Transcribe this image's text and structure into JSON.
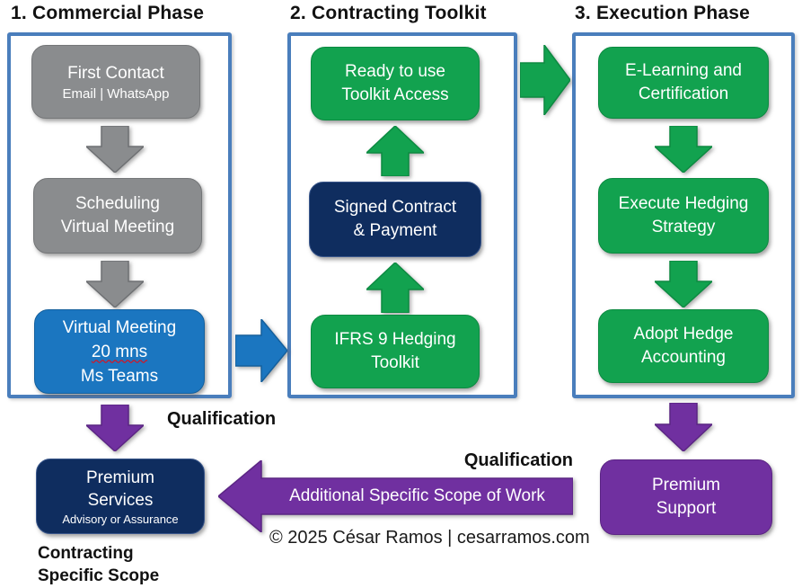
{
  "phase1": {
    "title": "1. Commercial Phase",
    "box1_line1": "First Contact",
    "box1_line2": "Email | WhatsApp",
    "box2_line1": "Scheduling",
    "box2_line2": "Virtual Meeting",
    "box3_line1": "Virtual Meeting",
    "box3_line2": "20 mns",
    "box3_line3": "Ms Teams"
  },
  "phase2": {
    "title": "2. Contracting Toolkit",
    "box_top_line1": "Ready to use",
    "box_top_line2": "Toolkit Access",
    "box_mid_line1": "Signed Contract",
    "box_mid_line2": "& Payment",
    "box_bottom_line1": "IFRS 9 Hedging",
    "box_bottom_line2": "Toolkit"
  },
  "phase3": {
    "title": "3. Execution Phase",
    "box1_line1": "E-Learning and",
    "box1_line2": "Certification",
    "box2_line1": "Execute Hedging",
    "box2_line2": "Strategy",
    "box3_line1": "Adopt Hedge",
    "box3_line2": "Accounting"
  },
  "bottom": {
    "qualification_left": "Qualification",
    "qualification_right": "Qualification",
    "premium_services_line1": "Premium",
    "premium_services_line2": "Services",
    "premium_services_line3": "Advisory or Assurance",
    "contracting_scope_line1": "Contracting",
    "contracting_scope_line2": "Specific Scope",
    "scope_arrow_label": "Additional Specific Scope of Work",
    "premium_support_line1": "Premium",
    "premium_support_line2": "Support",
    "copyright": "© 2025 César Ramos | cesarramos.com"
  },
  "colors": {
    "panel_border_blue": "#4a7ebc",
    "gray_box": "#8a8c8e",
    "blue_box": "#1b76c0",
    "green_box": "#12a24f",
    "navy_box": "#0f2d5f",
    "purple_box": "#7030a0",
    "spellcheck_underline": "#ff0000"
  }
}
